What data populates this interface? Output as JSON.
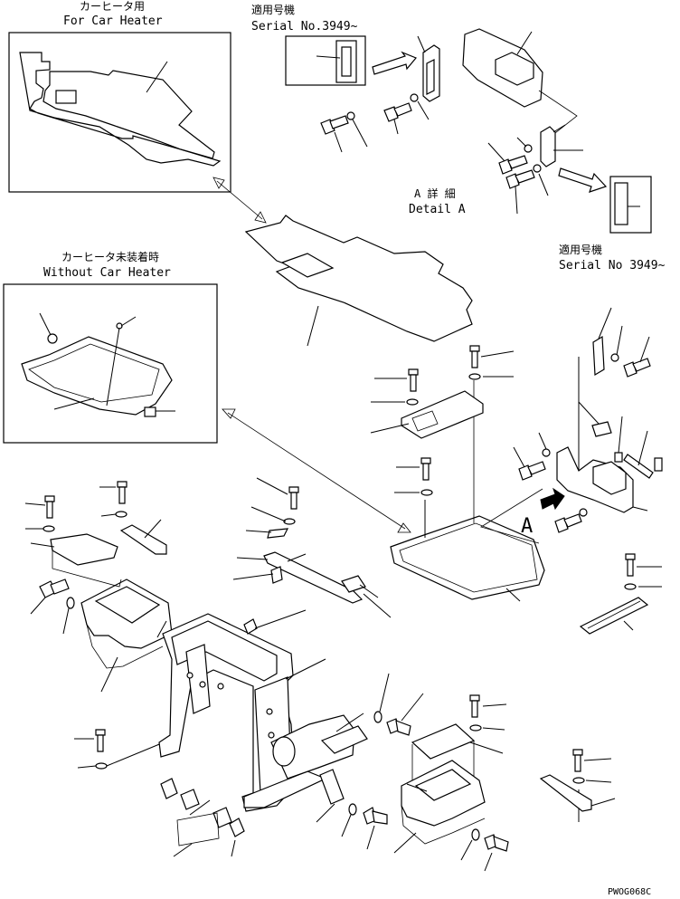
{
  "labels": {
    "car_heater_jp": "カーヒータ用",
    "car_heater_en": "For Car Heater",
    "serial_jp_1": "適用号機",
    "serial_en_1": "Serial No.3949~",
    "detail_jp": "A 詳 細",
    "detail_en": "Detail A",
    "serial_jp_2": "適用号機",
    "serial_en_2": "Serial No 3949~",
    "no_heater_jp": "カーヒータ未装着時",
    "no_heater_en": "Without Car Heater",
    "view_marker": "A",
    "drawing_code": "PWOG068C"
  }
}
